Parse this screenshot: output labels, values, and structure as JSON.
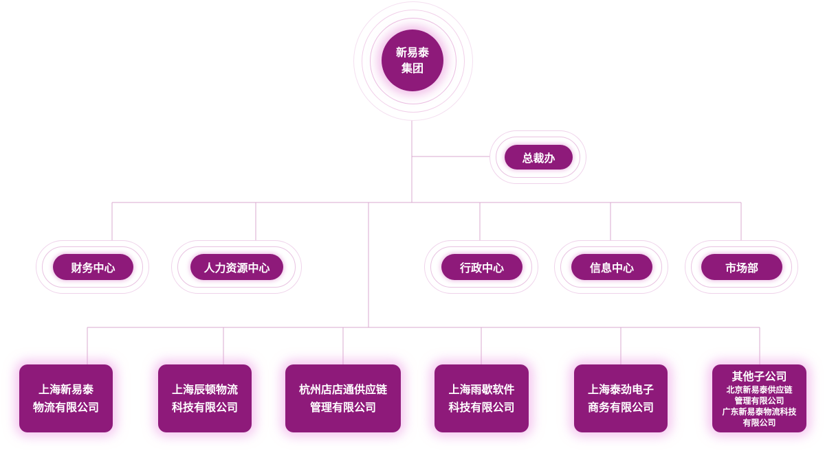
{
  "root": {
    "line1": "新易泰",
    "line2": "集团"
  },
  "president_office": {
    "label": "总裁办"
  },
  "departments": [
    {
      "label": "财务中心"
    },
    {
      "label": "人力资源中心"
    },
    {
      "label": "行政中心"
    },
    {
      "label": "信息中心"
    },
    {
      "label": "市场部"
    }
  ],
  "companies": [
    {
      "line1": "上海新易泰",
      "line2": "物流有限公司"
    },
    {
      "line1": "上海辰顿物流",
      "line2": "科技有限公司"
    },
    {
      "line1": "杭州店店通供应链",
      "line2": "管理有限公司"
    },
    {
      "line1": "上海雨歇软件",
      "line2": "科技有限公司"
    },
    {
      "line1": "上海泰劲电子",
      "line2": "商务有限公司"
    }
  ],
  "other_companies": {
    "title": "其他子公司",
    "lines": [
      "北京新易泰供应链",
      "管理有限公司",
      "广东新易泰物流科技",
      "有限公司"
    ]
  },
  "colors": {
    "node": "#8e1a7a",
    "line": "#d9a9cf",
    "glow": "#f0a8e6"
  }
}
